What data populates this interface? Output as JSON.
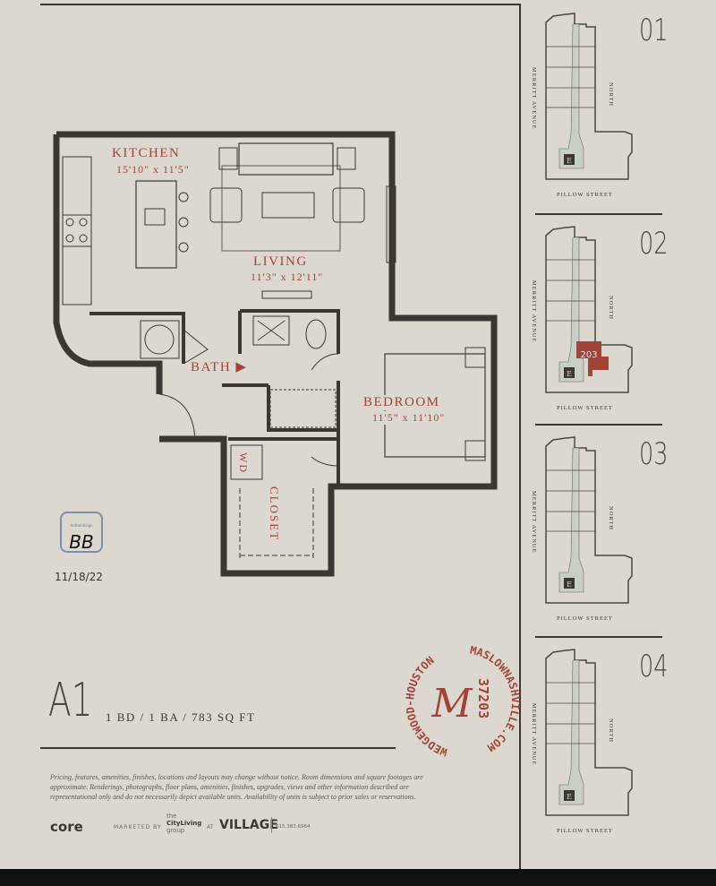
{
  "rooms": {
    "kitchen": {
      "label": "KITCHEN",
      "dims": "15'10\" x 11'5\""
    },
    "living": {
      "label": "LIVING",
      "dims": "11'3\" x 12'11\""
    },
    "bath": {
      "label": "BATH ▶"
    },
    "bedroom": {
      "label": "BEDROOM",
      "dims": "11'5\" x 11'10\""
    },
    "wd": {
      "label": "WD"
    },
    "closet": {
      "label": "CLOSET"
    }
  },
  "signature": {
    "initials": "BB",
    "badge": "Authentisign",
    "date": "11/18/22"
  },
  "unit": {
    "name": "A1",
    "summary": "1 BD / 1 BA / 783 SQ FT"
  },
  "stamp": {
    "top": "MASLOWNASHVILLE.COM",
    "left": "WEDGEWOOD-HOUSTON",
    "zip": "37203",
    "letter": "M"
  },
  "disclaimer": "Pricing, features, amenities, finishes, locations and layouts may change without notice. Room dimensions and square footages are approximate. Renderings, photographs, floor plans, amenities, finishes, upgrades, views and other information described are representational only and do not necessarily depict available units. Availability of units is subject to prior sales or reservations.",
  "footer": {
    "brand": "core",
    "marketed_by": "MARKETED BY",
    "group_the": "the",
    "group_name": "CityLiving",
    "group_word": "group",
    "at": "AT",
    "village": "VILLAGE",
    "phone": "615.383.6964"
  },
  "keyplan": {
    "street_left": "MERRITT AVENUE",
    "street_bottom": "PILLOW STREET",
    "north": "NORTH",
    "elevator": "E",
    "floors": [
      {
        "number": "01"
      },
      {
        "number": "02",
        "unit": "203"
      },
      {
        "number": "03"
      },
      {
        "number": "04"
      }
    ],
    "highlight_color": "#a0443a"
  },
  "colors": {
    "background": "#ddd8cf",
    "wall": "#3b3833",
    "accent": "#a0443a"
  }
}
